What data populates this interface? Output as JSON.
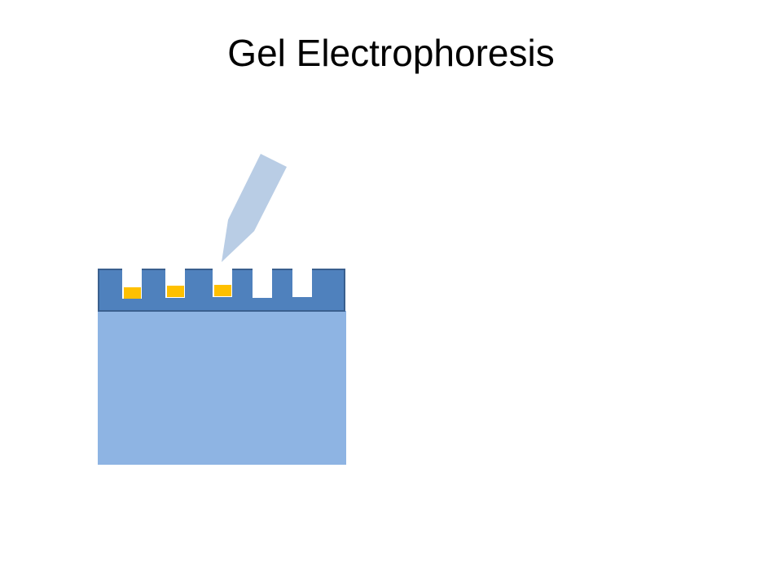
{
  "slide": {
    "title": "Gel Electrophoresis"
  },
  "diagram": {
    "wells": 5,
    "loaded_wells": [
      1,
      2,
      3
    ],
    "colors": {
      "gel_body": "#8EB4E3",
      "gel_top_strip": "#4F81BD",
      "gel_top_border": "#3A5F8E",
      "sample": "#FFC000",
      "well": "#FFFFFF",
      "pipette": "#B9CDE5"
    }
  }
}
